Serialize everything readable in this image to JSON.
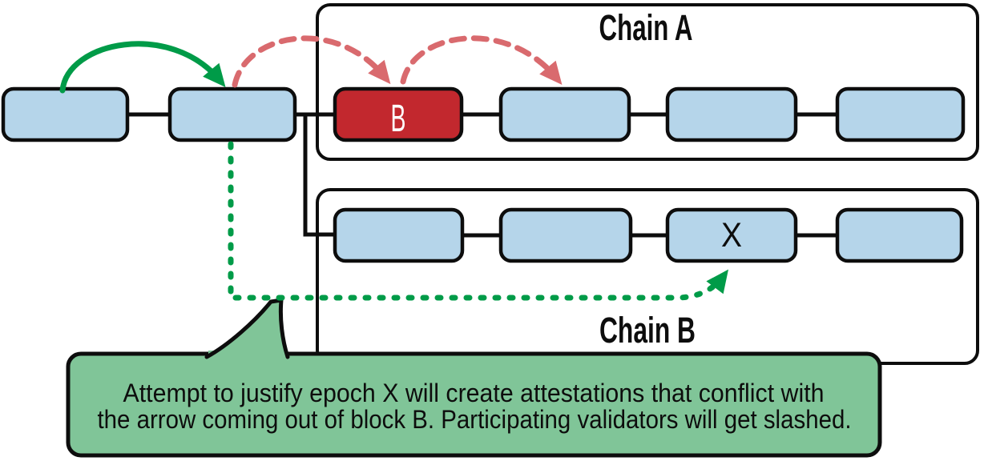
{
  "chain_a": {
    "label": "Chain A",
    "blocks": [
      "B",
      "",
      "",
      ""
    ]
  },
  "chain_b": {
    "label": "Chain B",
    "blocks": [
      "",
      "",
      "X",
      ""
    ]
  },
  "parent_chain": {
    "blocks": [
      "",
      ""
    ]
  },
  "callout": {
    "line1": "Attempt to justify epoch X will create attestations that conflict with",
    "line2": "the arrow coming out of block B. Participating validators will get slashed."
  },
  "colors": {
    "block_fill": "#B5D5EA",
    "block_b_fill": "#C2282E",
    "green": "#009B48",
    "red": "#D96A6E",
    "callout_fill": "#80C598",
    "outline": "#0D0D0D"
  }
}
